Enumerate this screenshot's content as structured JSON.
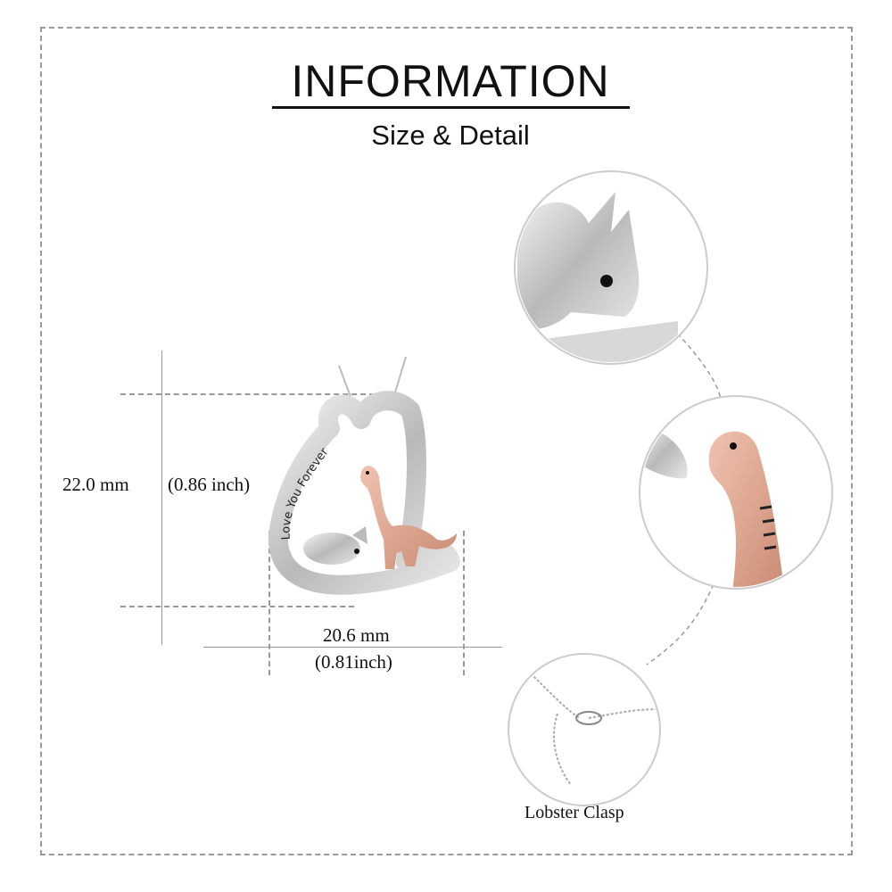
{
  "header": {
    "title": "INFORMATION",
    "subtitle": "Size & Detail"
  },
  "dimensions": {
    "height_mm": "22.0 mm",
    "height_inch": "(0.86 inch)",
    "width_mm": "20.6 mm",
    "width_inch": "(0.81inch)"
  },
  "pendant": {
    "engraving": "Love You Forever"
  },
  "details": {
    "clasp_label": "Lobster  Clasp"
  },
  "colors": {
    "rose_gold": "#d9a08a",
    "silver": "#c9c9c9",
    "border": "#9a9a9a"
  }
}
